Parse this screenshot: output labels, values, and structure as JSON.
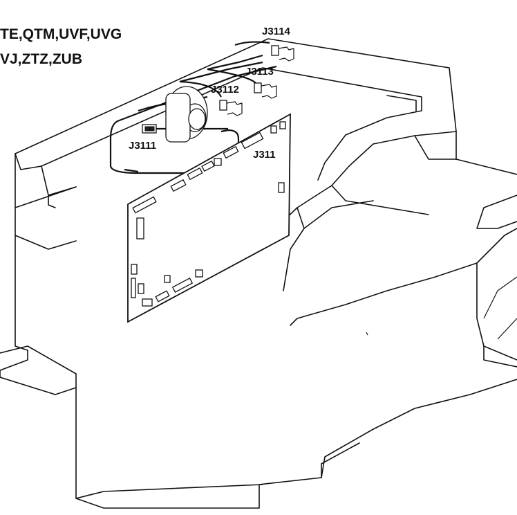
{
  "models": {
    "line1": "TE,QTM,UVF,UVG",
    "line2": "VJ,ZTZ,ZUB"
  },
  "connectors": {
    "j3114": "J3114",
    "j3113": "J3113",
    "j3112": "J3112",
    "j3111": "J3111",
    "j311": "J311"
  }
}
